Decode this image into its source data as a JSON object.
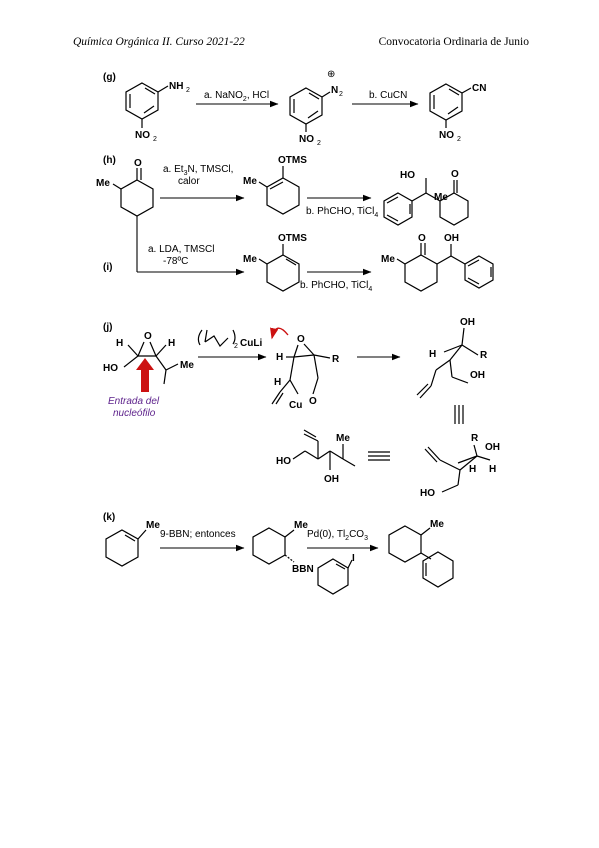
{
  "header": {
    "left": "Química Orgánica II. Curso 2021-22",
    "right": "Convocatoria Ordinaria de Junio"
  },
  "g": {
    "label": "(g)",
    "sm_nh2": "NH",
    "sm_nh2_sub": "2",
    "sm_no2": "NO",
    "sm_no2_sub": "2",
    "step_a": "a. NaNO",
    "step_a_sub": "2",
    "step_a_end": ", HCl",
    "int_plus": "⊕",
    "int_n2": "N",
    "int_n2_sub": "2",
    "int_no2": "NO",
    "int_no2_sub": "2",
    "step_b": "b. CuCN",
    "prod_cn": "CN",
    "prod_no2": "NO",
    "prod_no2_sub": "2"
  },
  "h": {
    "label": "(h)",
    "sm_o": "O",
    "sm_me": "Me",
    "step_a_1": "a. Et",
    "step_a_sub": "3",
    "step_a_2": "N, TMSCl,",
    "step_a_3": "calor",
    "int_otms": "OTMS",
    "int_me": "Me",
    "step_b": "b. PhCHO, TiCl",
    "step_b_sub": "4",
    "prod_ho": "HO",
    "prod_o": "O",
    "prod_me": "Me"
  },
  "i": {
    "label": "(i)",
    "step_a_1": "a. LDA, TMSCl",
    "step_a_2": "-78ºC",
    "int_otms": "OTMS",
    "int_me": "Me",
    "step_b": "b. PhCHO, TiCl",
    "step_b_sub": "4",
    "prod_o": "O",
    "prod_oh": "OH",
    "prod_me": "Me"
  },
  "j": {
    "label": "(j)",
    "sm_o": "O",
    "sm_h1": "H",
    "sm_h2": "H",
    "sm_ho": "HO",
    "sm_me": "Me",
    "reagent_cuLi": "CuLi",
    "reagent_sub": "2",
    "note_1": "Entrada del",
    "note_2": "nucleófilo",
    "ts_o": "O",
    "ts_h1": "H",
    "ts_h2": "H",
    "ts_r": "R",
    "ts_cu": "Cu",
    "ts_o2": "O",
    "prod_oh": "OH",
    "prod_h": "H",
    "prod_r": "R",
    "prod_oh2": "OH",
    "alt_ho": "HO",
    "alt_me": "Me",
    "alt_oh": "OH",
    "eq_r": "R",
    "eq_h1": "H",
    "eq_h2": "H",
    "eq_ho": "HO",
    "eq_oh": "OH"
  },
  "k": {
    "label": "(k)",
    "sm_me": "Me",
    "step_a": "9-BBN; entonces",
    "int_me": "Me",
    "int_bbn": "BBN",
    "step_b_1": "Pd(0), Tl",
    "step_b_sub": "2",
    "step_b_2": "CO",
    "step_b_sub2": "3",
    "reagent_i": "I",
    "prod_me": "Me"
  },
  "colors": {
    "red_arrow": "#cc1111",
    "note_text": "#5b1f8a"
  }
}
